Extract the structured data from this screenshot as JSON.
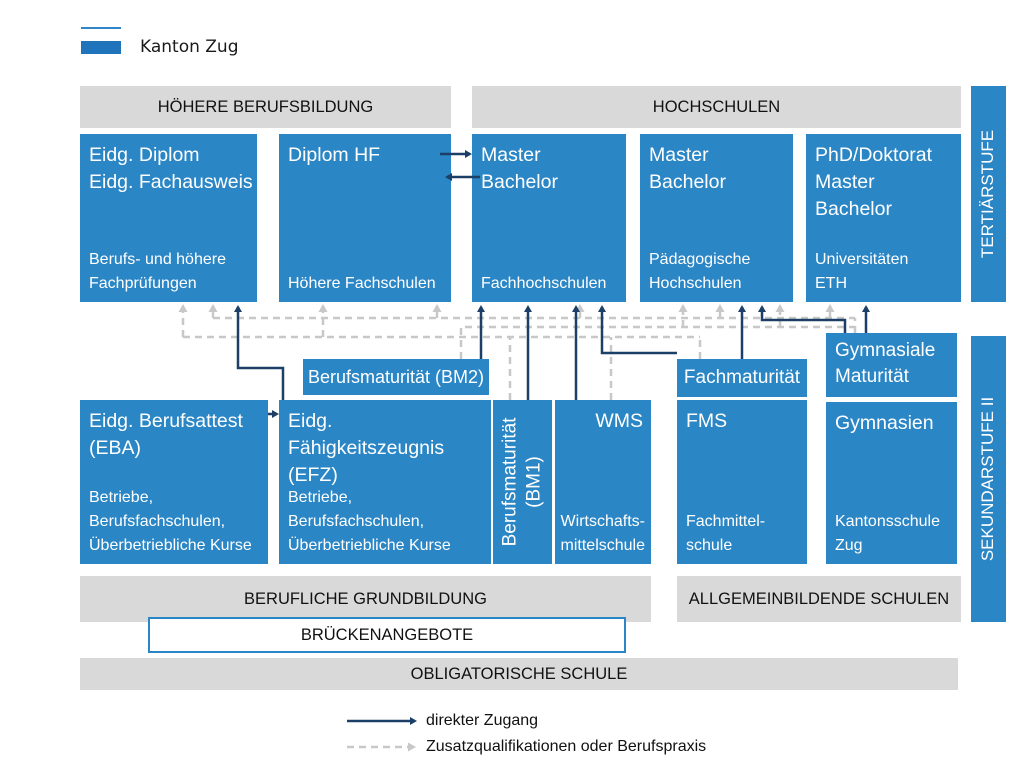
{
  "logo": {
    "text": "Kanton Zug"
  },
  "headers": {
    "hoehere_berufsbildung": "HÖHERE BERUFSBILDUNG",
    "hochschulen": "HOCHSCHULEN",
    "berufliche_grundbildung": "BERUFLICHE GRUNDBILDUNG",
    "allgemeinbildende_schulen": "ALLGEMEINBILDENDE SCHULEN",
    "brueckenangebote": "BRÜCKENANGEBOTE",
    "obligatorische_schule": "OBLIGATORISCHE SCHULE"
  },
  "side_labels": {
    "tertiaerstufe": "TERTIÄRSTUFE",
    "sekundarstufe": "SEKUNDARSTUFE II"
  },
  "tertiary": {
    "eidg": {
      "title": "Eidg. Diplom\nEidg. Fachausweis",
      "sub": "Berufs- und höhere\nFachprüfungen"
    },
    "hf": {
      "title": "Diplom HF",
      "sub": "Höhere Fachschulen"
    },
    "fh": {
      "title": "Master\nBachelor",
      "sub": "Fachhochschulen"
    },
    "ph": {
      "title": "Master\nBachelor",
      "sub": "Pädagogische\nHochschulen"
    },
    "uni": {
      "title": "PhD/Doktorat\nMaster\nBachelor",
      "sub": "Universitäten\nETH"
    }
  },
  "secondary": {
    "bm2": "Berufsmaturität (BM2)",
    "fachmaturitaet": "Fachmaturität",
    "gym_maturitaet": "Gymnasiale\nMaturität",
    "eba": {
      "title": "Eidg. Berufsattest\n(EBA)",
      "sub": "Betriebe,\nBerufsfachschulen,\nÜberbetriebliche Kurse"
    },
    "efz": {
      "title": "Eidg. Fähigkeitszeugnis\n(EFZ)",
      "sub": "Betriebe,\nBerufsfachschulen,\nÜberbetriebliche Kurse"
    },
    "bm1": "Berufsmaturität\n(BM1)",
    "wms": {
      "title": "WMS",
      "sub": "Wirtschafts-\nmittelschule"
    },
    "fms": {
      "title": "FMS",
      "sub": "Fachmittel-\nschule"
    },
    "gymnasien": {
      "title": "Gymnasien",
      "sub": "Kantonsschule\nZug"
    }
  },
  "legend": {
    "direct": "direkter Zugang",
    "additional": "Zusatzqualifikationen oder Berufspraxis"
  },
  "colors": {
    "box_blue": "#2b86c5",
    "header_gray": "#d9d9d9",
    "arrow_dark": "#1b3f66",
    "arrow_dashed": "#c8c8c8"
  }
}
